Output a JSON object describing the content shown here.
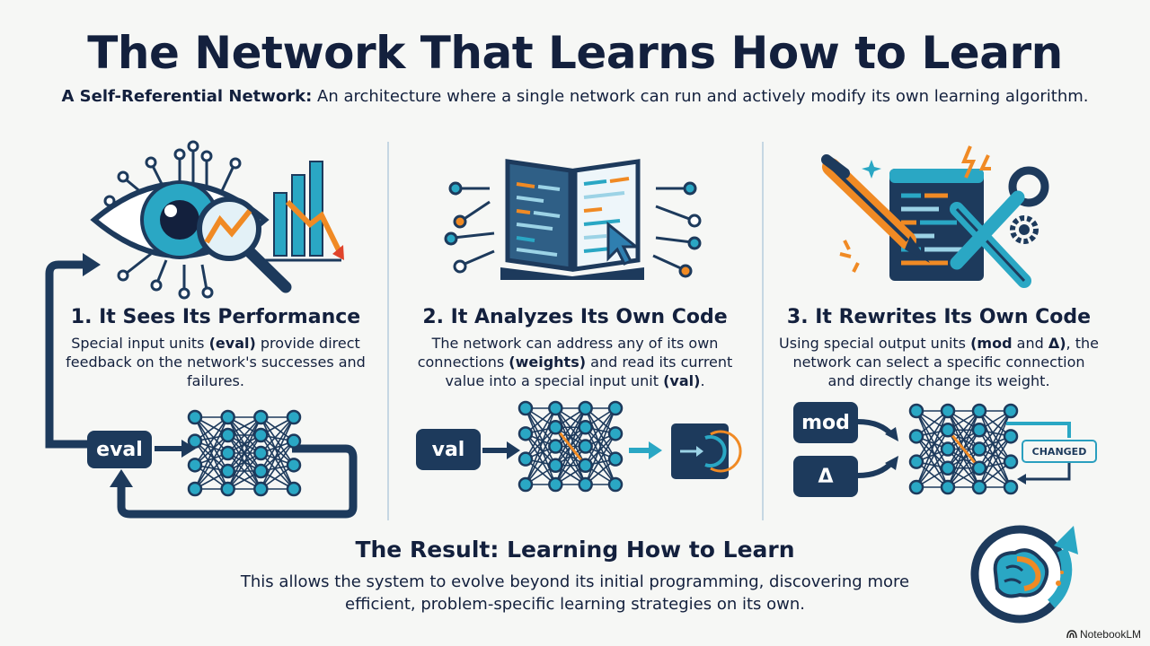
{
  "title": "The Network That Learns How to Learn",
  "subtitle": {
    "lead": "A Self-Referential Network:",
    "rest": " An architecture where a single network can run and actively modify its own learning algorithm."
  },
  "columns": [
    {
      "heading": "1. It Sees Its Performance",
      "body_pre": "Special input units ",
      "body_bold": "(eval)",
      "body_post": " provide direct feedback on the network's successes and failures.",
      "unit_label": "eval"
    },
    {
      "heading": "2. It Analyzes Its Own Code",
      "body_pre": "The network can address any of its own connections ",
      "body_bold": "(weights)",
      "body_mid": " and read its current value into a special input unit ",
      "body_bold2": "(val)",
      "body_post": ".",
      "unit_label": "val"
    },
    {
      "heading": "3. It Rewrites Its Own Code",
      "body_pre": "Using special output units ",
      "body_bold": "(mod",
      "body_mid": " and ",
      "body_bold2": "Δ)",
      "body_post": ", the network can select a specific connection and directly change its weight.",
      "unit_labels": [
        "mod",
        "Δ"
      ],
      "badge": "CHANGED"
    }
  ],
  "result": {
    "title": "The Result: Learning How to Learn",
    "body": "This allows the system to evolve beyond its initial programming, discovering more efficient, problem-specific learning strategies on its own."
  },
  "brand": "NotebookLM",
  "colors": {
    "navy": "#1d3a5c",
    "teal": "#2aa7c4",
    "orange": "#f08a24",
    "background": "#f6f7f5"
  },
  "icons": [
    "eye-icon",
    "magnifier-icon",
    "bar-chart-icon",
    "open-book-icon",
    "cursor-icon",
    "code-window-icon",
    "pen-icon",
    "wrench-icon",
    "gear-icon",
    "brain-icon"
  ]
}
